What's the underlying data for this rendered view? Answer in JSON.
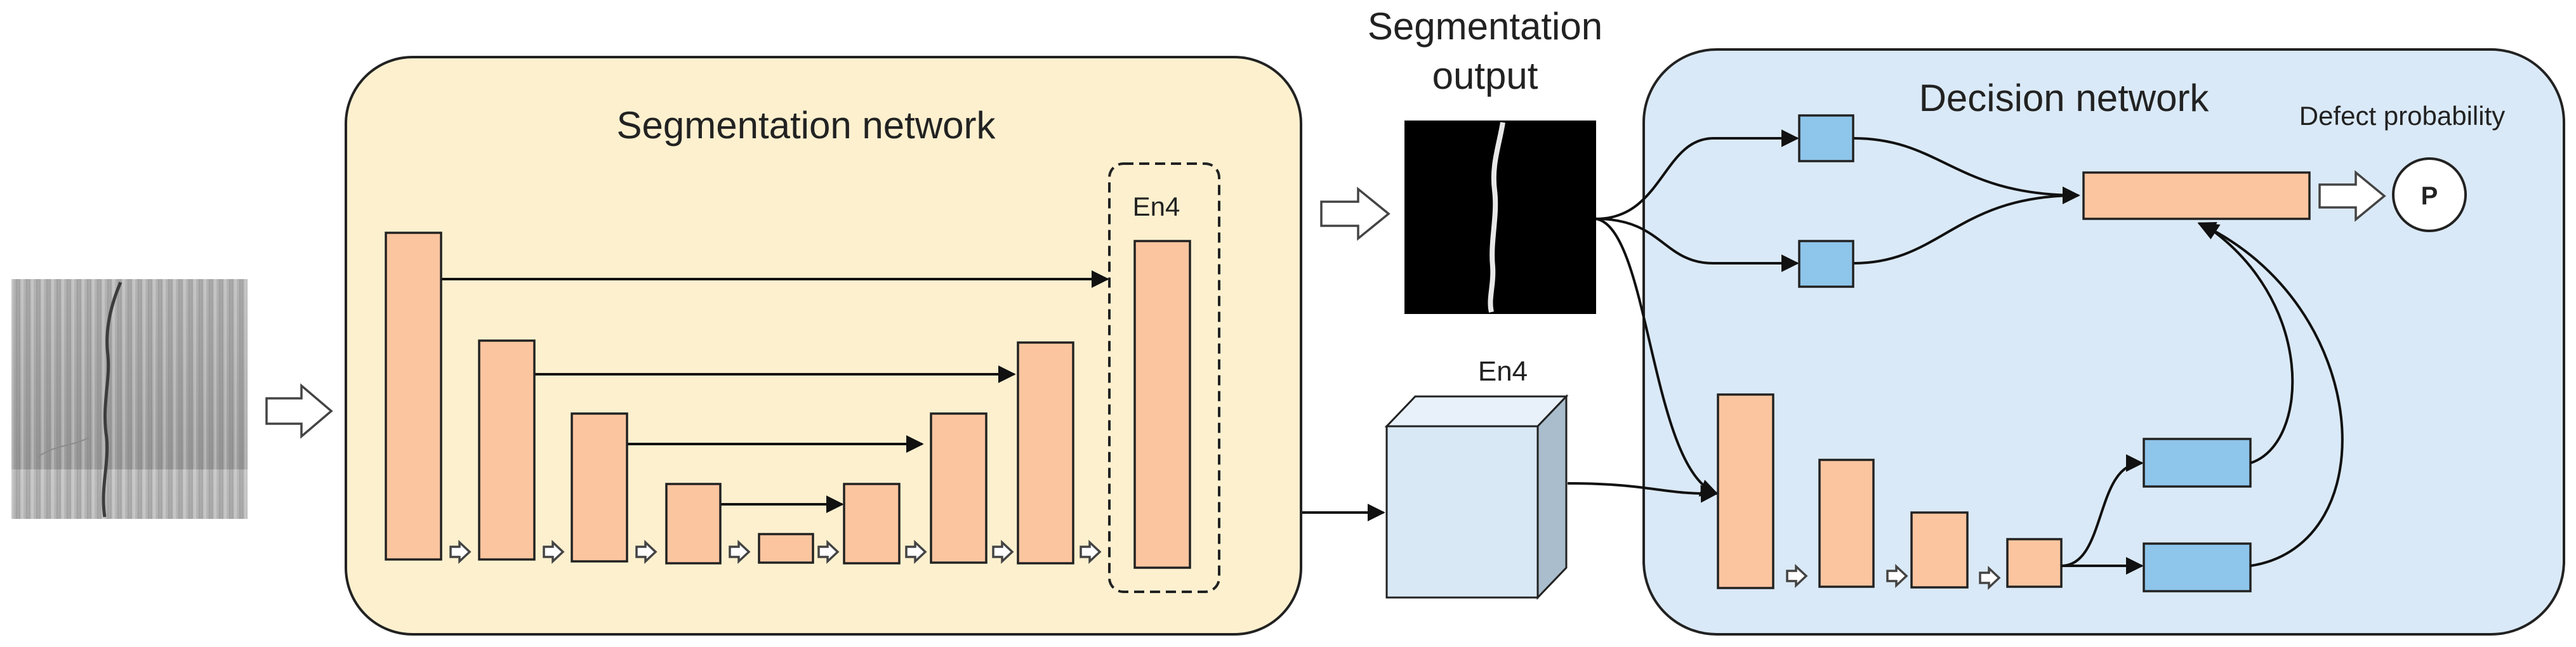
{
  "segmentation_network": {
    "title": "Segmentation network",
    "en4_label": "En4"
  },
  "segmentation_output": {
    "line1": "Segmentation",
    "line2": "output"
  },
  "en4_cube_label": "En4",
  "decision_network": {
    "title": "Decision network",
    "defect_probability_label": "Defect probability",
    "probability_symbol": "P"
  },
  "colors": {
    "segmentation_panel": "#fdf0cf",
    "decision_panel": "#dae9f7",
    "feature_block": "#fbc59f",
    "pooling_block": "#8ec5ea",
    "cube": "#d9e8f5"
  }
}
